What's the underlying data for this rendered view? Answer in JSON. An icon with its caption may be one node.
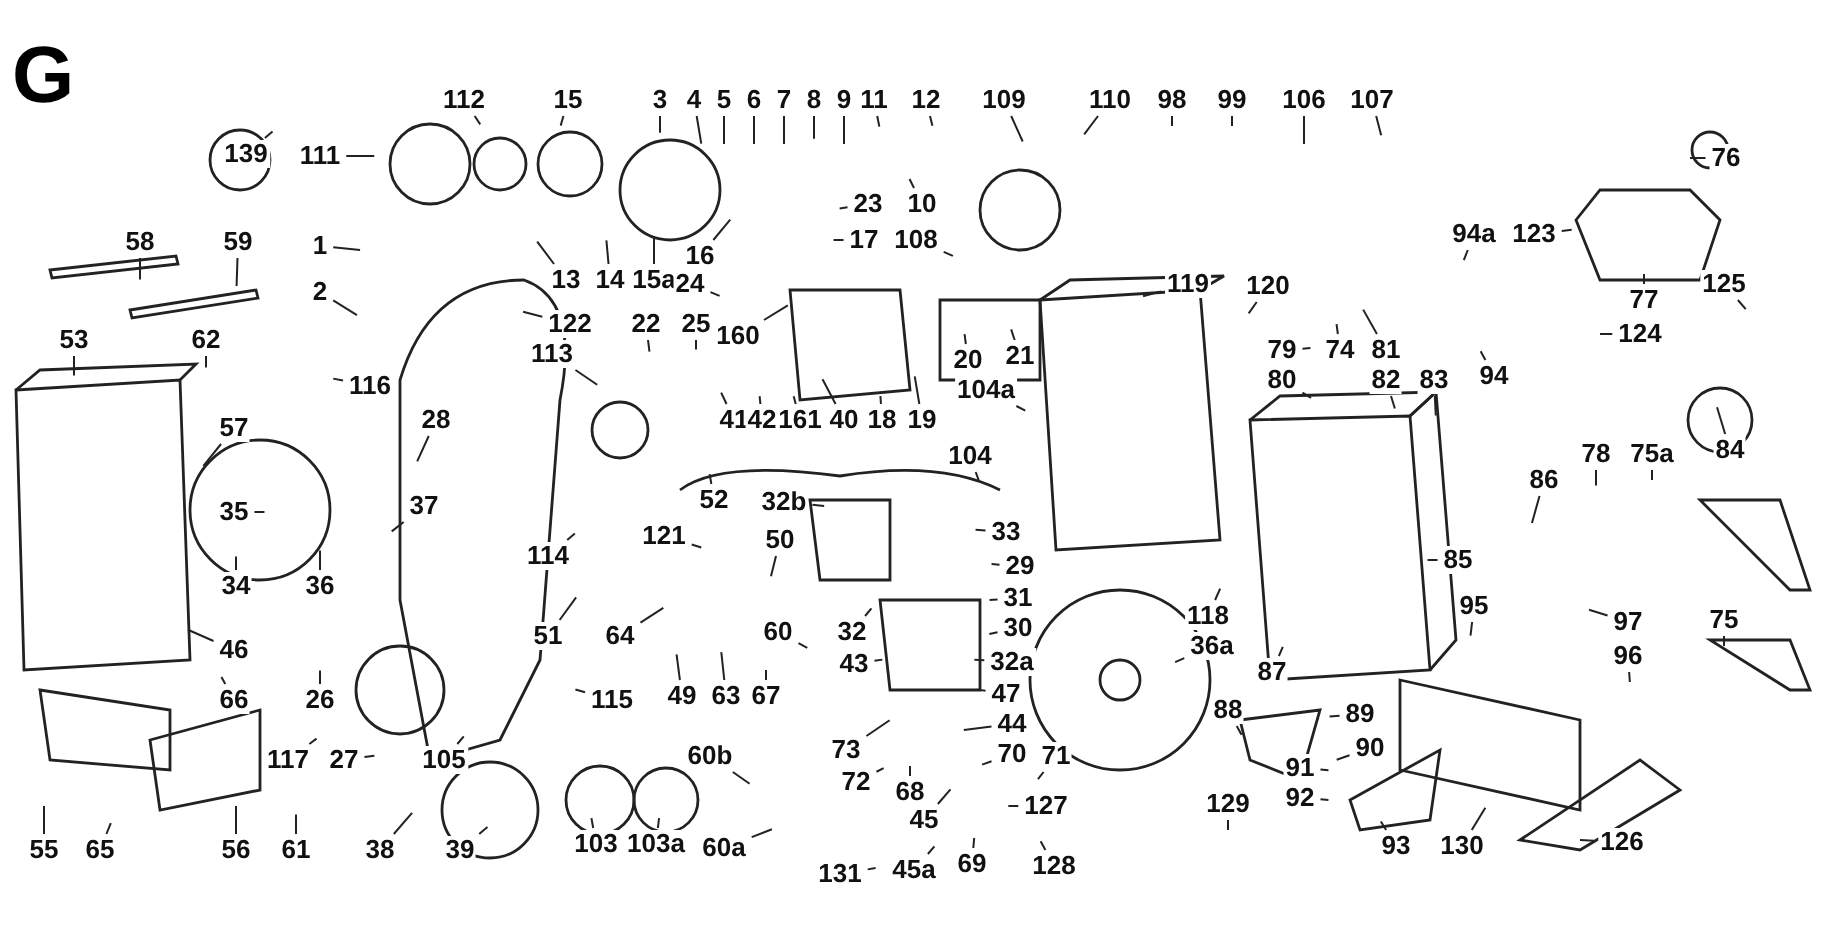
{
  "diagram": {
    "nodes": [
      {
        "text": [
          "139"
        ]
      },
      {
        "text": [
          "111"
        ]
      },
      {
        "text": [
          "112"
        ]
      },
      {
        "text": [
          "15"
        ]
      },
      {
        "text": [
          "1"
        ]
      },
      {
        "text": [
          "2"
        ]
      },
      {
        "text": [
          "13"
        ]
      },
      {
        "text": [
          "14"
        ]
      },
      {
        "text": [
          "15a"
        ]
      },
      {
        "text": [
          "3"
        ]
      },
      {
        "text": [
          "4"
        ]
      },
      {
        "text": [
          "5"
        ]
      },
      {
        "text": [
          "6"
        ]
      },
      {
        "text": [
          "7"
        ]
      },
      {
        "text": [
          "8"
        ]
      },
      {
        "text": [
          "9"
        ]
      },
      {
        "text": [
          "10"
        ]
      },
      {
        "text": [
          "11"
        ]
      },
      {
        "text": [
          "12"
        ]
      },
      {
        "text": [
          "23"
        ]
      },
      {
        "text": [
          "16"
        ]
      },
      {
        "text": [
          "17"
        ]
      },
      {
        "text": [
          "108"
        ]
      },
      {
        "text": [
          "109"
        ]
      },
      {
        "text": [
          "110"
        ]
      },
      {
        "text": [
          "98"
        ]
      },
      {
        "text": [
          "99"
        ]
      },
      {
        "text": [
          "106"
        ]
      },
      {
        "text": [
          "107"
        ]
      },
      {
        "text": [
          "24"
        ]
      },
      {
        "text": [
          "160"
        ]
      },
      {
        "text": [
          "22"
        ]
      },
      {
        "text": [
          "25"
        ]
      },
      {
        "text": [
          "122"
        ]
      },
      {
        "text": [
          "113"
        ]
      },
      {
        "text": [
          "116"
        ]
      },
      {
        "text": [
          "28"
        ]
      },
      {
        "text": [
          "41"
        ]
      },
      {
        "text": [
          "42"
        ]
      },
      {
        "text": [
          "161"
        ]
      },
      {
        "text": [
          "40"
        ]
      },
      {
        "text": [
          "18"
        ]
      },
      {
        "text": [
          "19"
        ]
      },
      {
        "text": [
          "20"
        ]
      },
      {
        "text": [
          "21"
        ]
      },
      {
        "text": [
          "104a"
        ]
      },
      {
        "text": [
          "104"
        ]
      },
      {
        "text": [
          "119"
        ]
      },
      {
        "text": [
          "120"
        ]
      },
      {
        "text": [
          "79"
        ]
      },
      {
        "text": [
          "74"
        ]
      },
      {
        "text": [
          "80"
        ]
      },
      {
        "text": [
          "81"
        ]
      },
      {
        "text": [
          "82"
        ]
      },
      {
        "text": [
          "83"
        ]
      },
      {
        "text": [
          "94a"
        ]
      },
      {
        "text": [
          "94"
        ]
      },
      {
        "text": [
          "123"
        ]
      },
      {
        "text": [
          "77"
        ]
      },
      {
        "text": [
          "124"
        ]
      },
      {
        "text": [
          "125"
        ]
      },
      {
        "text": [
          "76"
        ]
      },
      {
        "text": [
          "84"
        ]
      },
      {
        "text": [
          "53"
        ]
      },
      {
        "text": [
          "57"
        ]
      },
      {
        "text": [
          "58"
        ]
      },
      {
        "text": [
          "59"
        ]
      },
      {
        "text": [
          "62"
        ]
      },
      {
        "text": [
          "35"
        ]
      },
      {
        "text": [
          "34"
        ]
      },
      {
        "text": [
          "36"
        ]
      },
      {
        "text": [
          "37"
        ]
      },
      {
        "text": [
          "46"
        ]
      },
      {
        "text": [
          "66"
        ]
      },
      {
        "text": [
          "26"
        ]
      },
      {
        "text": [
          "117"
        ]
      },
      {
        "text": [
          "27"
        ]
      },
      {
        "text": [
          "105"
        ]
      },
      {
        "text": [
          "55"
        ]
      },
      {
        "text": [
          "65"
        ]
      },
      {
        "text": [
          "56"
        ]
      },
      {
        "text": [
          "61"
        ]
      },
      {
        "text": [
          "38"
        ]
      },
      {
        "text": [
          "39"
        ]
      },
      {
        "text": [
          "103"
        ]
      },
      {
        "text": [
          "103a"
        ]
      },
      {
        "text": [
          "114"
        ]
      },
      {
        "text": [
          "121"
        ]
      },
      {
        "text": [
          "51"
        ]
      },
      {
        "text": [
          "64"
        ]
      },
      {
        "text": [
          "115"
        ]
      },
      {
        "text": [
          "49"
        ]
      },
      {
        "text": [
          "63"
        ]
      },
      {
        "text": [
          "67"
        ]
      },
      {
        "text": [
          "52"
        ]
      },
      {
        "text": [
          "32b"
        ]
      },
      {
        "text": [
          "50"
        ]
      },
      {
        "text": [
          "60"
        ]
      },
      {
        "text": [
          "32"
        ]
      },
      {
        "text": [
          "33"
        ]
      },
      {
        "text": [
          "29"
        ]
      },
      {
        "text": [
          "31"
        ]
      },
      {
        "text": [
          "30"
        ]
      },
      {
        "text": [
          "43"
        ]
      },
      {
        "text": [
          "32a"
        ]
      },
      {
        "text": [
          "47"
        ]
      },
      {
        "text": [
          "44"
        ]
      },
      {
        "text": [
          "73"
        ]
      },
      {
        "text": [
          "72"
        ]
      },
      {
        "text": [
          "68"
        ]
      },
      {
        "text": [
          "70"
        ]
      },
      {
        "text": [
          "71"
        ]
      },
      {
        "text": [
          "45"
        ]
      },
      {
        "text": [
          "45a"
        ]
      },
      {
        "text": [
          "69"
        ]
      },
      {
        "text": [
          "127"
        ]
      },
      {
        "text": [
          "128"
        ]
      },
      {
        "text": [
          "131"
        ]
      },
      {
        "text": [
          "60b"
        ]
      },
      {
        "text": [
          "60a"
        ]
      },
      {
        "text": [
          "118"
        ]
      },
      {
        "text": [
          "36a"
        ]
      },
      {
        "text": [
          "87"
        ]
      },
      {
        "text": [
          "85"
        ]
      },
      {
        "text": [
          "95"
        ]
      },
      {
        "text": [
          "86"
        ]
      },
      {
        "text": [
          "78"
        ]
      },
      {
        "text": [
          "75a"
        ]
      },
      {
        "text": [
          "97"
        ]
      },
      {
        "text": [
          "96"
        ]
      },
      {
        "text": [
          "75"
        ]
      },
      {
        "text": [
          "88"
        ]
      },
      {
        "text": [
          "89"
        ]
      },
      {
        "text": [
          "90"
        ]
      },
      {
        "text": [
          "91"
        ]
      },
      {
        "text": [
          "92"
        ]
      },
      {
        "text": [
          "129"
        ]
      },
      {
        "text": [
          "93"
        ]
      },
      {
        "text": [
          "130"
        ]
      },
      {
        "text": [
          "126"
        ]
      }
    ],
    "edges": [
      {
        "from": 0,
        "to": null,
        "arrow": "none"
      },
      {
        "from": 1,
        "to": null,
        "arrow": "none"
      },
      {
        "from": 2,
        "to": null,
        "arrow": "none"
      },
      {
        "from": 3,
        "to": null,
        "arrow": "none"
      },
      {
        "from": 4,
        "to": null,
        "arrow": "none"
      },
      {
        "from": 5,
        "to": null,
        "arrow": "none"
      },
      {
        "from": 6,
        "to": null,
        "arrow": "none"
      },
      {
        "from": 7,
        "to": null,
        "arrow": "none"
      },
      {
        "from": 8,
        "to": null,
        "arrow": "none"
      },
      {
        "from": 9,
        "to": null,
        "arrow": "none"
      },
      {
        "from": 10,
        "to": null,
        "arrow": "none"
      },
      {
        "from": 11,
        "to": null,
        "arrow": "none"
      },
      {
        "from": 12,
        "to": null,
        "arrow": "none"
      },
      {
        "from": 13,
        "to": null,
        "arrow": "none"
      },
      {
        "from": 14,
        "to": null,
        "arrow": "none"
      },
      {
        "from": 15,
        "to": null,
        "arrow": "none"
      },
      {
        "from": 16,
        "to": null,
        "arrow": "none"
      },
      {
        "from": 17,
        "to": null,
        "arrow": "none"
      },
      {
        "from": 18,
        "to": null,
        "arrow": "none"
      },
      {
        "from": 19,
        "to": null,
        "arrow": "none"
      },
      {
        "from": 20,
        "to": null,
        "arrow": "none"
      },
      {
        "from": 21,
        "to": null,
        "arrow": "none"
      },
      {
        "from": 22,
        "to": null,
        "arrow": "none"
      },
      {
        "from": 23,
        "to": null,
        "arrow": "none"
      },
      {
        "from": 24,
        "to": null,
        "arrow": "none"
      },
      {
        "from": 25,
        "to": null,
        "arrow": "none"
      },
      {
        "from": 26,
        "to": null,
        "arrow": "none"
      },
      {
        "from": 27,
        "to": null,
        "arrow": "none"
      },
      {
        "from": 28,
        "to": null,
        "arrow": "none"
      },
      {
        "from": 29,
        "to": null,
        "arrow": "none"
      },
      {
        "from": 30,
        "to": null,
        "arrow": "none"
      },
      {
        "from": 31,
        "to": null,
        "arrow": "none"
      },
      {
        "from": 32,
        "to": null,
        "arrow": "none"
      },
      {
        "from": 33,
        "to": null,
        "arrow": "none"
      },
      {
        "from": 34,
        "to": null,
        "arrow": "none"
      },
      {
        "from": 35,
        "to": null,
        "arrow": "none"
      },
      {
        "from": 36,
        "to": null,
        "arrow": "none"
      },
      {
        "from": 37,
        "to": null,
        "arrow": "none"
      },
      {
        "from": 38,
        "to": null,
        "arrow": "none"
      },
      {
        "from": 39,
        "to": null,
        "arrow": "none"
      },
      {
        "from": 40,
        "to": null,
        "arrow": "none"
      },
      {
        "from": 41,
        "to": null,
        "arrow": "none"
      },
      {
        "from": 42,
        "to": null,
        "arrow": "none"
      },
      {
        "from": 43,
        "to": null,
        "arrow": "none"
      },
      {
        "from": 44,
        "to": null,
        "arrow": "none"
      },
      {
        "from": 45,
        "to": null,
        "arrow": "none"
      },
      {
        "from": 46,
        "to": null,
        "arrow": "none"
      },
      {
        "from": 47,
        "to": null,
        "arrow": "none"
      },
      {
        "from": 48,
        "to": null,
        "arrow": "none"
      },
      {
        "from": 49,
        "to": null,
        "arrow": "none"
      },
      {
        "from": 50,
        "to": null,
        "arrow": "none"
      },
      {
        "from": 51,
        "to": null,
        "arrow": "none"
      },
      {
        "from": 52,
        "to": null,
        "arrow": "none"
      },
      {
        "from": 53,
        "to": null,
        "arrow": "none"
      },
      {
        "from": 54,
        "to": null,
        "arrow": "none"
      },
      {
        "from": 55,
        "to": null,
        "arrow": "none"
      },
      {
        "from": 56,
        "to": null,
        "arrow": "none"
      },
      {
        "from": 57,
        "to": null,
        "arrow": "none"
      },
      {
        "from": 58,
        "to": null,
        "arrow": "none"
      },
      {
        "from": 59,
        "to": null,
        "arrow": "none"
      },
      {
        "from": 60,
        "to": null,
        "arrow": "none"
      },
      {
        "from": 61,
        "to": null,
        "arrow": "none"
      },
      {
        "from": 62,
        "to": null,
        "arrow": "none"
      },
      {
        "from": 63,
        "to": null,
        "arrow": "none"
      },
      {
        "from": 64,
        "to": null,
        "arrow": "none"
      },
      {
        "from": 65,
        "to": null,
        "arrow": "none"
      },
      {
        "from": 66,
        "to": null,
        "arrow": "none"
      },
      {
        "from": 67,
        "to": null,
        "arrow": "none"
      },
      {
        "from": 68,
        "to": null,
        "arrow": "none"
      },
      {
        "from": 69,
        "to": null,
        "arrow": "none"
      },
      {
        "from": 70,
        "to": null,
        "arrow": "none"
      },
      {
        "from": 71,
        "to": null,
        "arrow": "none"
      },
      {
        "from": 72,
        "to": null,
        "arrow": "none"
      },
      {
        "from": 73,
        "to": null,
        "arrow": "none"
      },
      {
        "from": 74,
        "to": null,
        "arrow": "none"
      },
      {
        "from": 75,
        "to": null,
        "arrow": "none"
      },
      {
        "from": 76,
        "to": null,
        "arrow": "none"
      },
      {
        "from": 77,
        "to": null,
        "arrow": "none"
      },
      {
        "from": 78,
        "to": null,
        "arrow": "none"
      },
      {
        "from": 79,
        "to": null,
        "arrow": "none"
      },
      {
        "from": 80,
        "to": null,
        "arrow": "none"
      },
      {
        "from": 81,
        "to": null,
        "arrow": "none"
      },
      {
        "from": 82,
        "to": null,
        "arrow": "none"
      },
      {
        "from": 83,
        "to": null,
        "arrow": "none"
      },
      {
        "from": 84,
        "to": null,
        "arrow": "none"
      },
      {
        "from": 85,
        "to": null,
        "arrow": "none"
      },
      {
        "from": 86,
        "to": null,
        "arrow": "none"
      },
      {
        "from": 87,
        "to": null,
        "arrow": "none"
      },
      {
        "from": 88,
        "to": null,
        "arrow": "none"
      },
      {
        "from": 89,
        "to": null,
        "arrow": "none"
      },
      {
        "from": 90,
        "to": null,
        "arrow": "none"
      },
      {
        "from": 91,
        "to": null,
        "arrow": "none"
      },
      {
        "from": 92,
        "to": null,
        "arrow": "none"
      },
      {
        "from": 93,
        "to": null,
        "arrow": "none"
      },
      {
        "from": 94,
        "to": null,
        "arrow": "none"
      },
      {
        "from": 95,
        "to": null,
        "arrow": "none"
      },
      {
        "from": 96,
        "to": null,
        "arrow": "none"
      },
      {
        "from": 97,
        "to": null,
        "arrow": "none"
      },
      {
        "from": 98,
        "to": null,
        "arrow": "none"
      },
      {
        "from": 99,
        "to": null,
        "arrow": "none"
      },
      {
        "from": 100,
        "to": null,
        "arrow": "none"
      },
      {
        "from": 101,
        "to": null,
        "arrow": "none"
      },
      {
        "from": 102,
        "to": null,
        "arrow": "none"
      },
      {
        "from": 103,
        "to": null,
        "arrow": "none"
      },
      {
        "from": 104,
        "to": null,
        "arrow": "none"
      },
      {
        "from": 105,
        "to": null,
        "arrow": "none"
      },
      {
        "from": 106,
        "to": null,
        "arrow": "none"
      },
      {
        "from": 107,
        "to": null,
        "arrow": "none"
      },
      {
        "from": 108,
        "to": null,
        "arrow": "none"
      },
      {
        "from": 109,
        "to": null,
        "arrow": "none"
      },
      {
        "from": 110,
        "to": null,
        "arrow": "none"
      },
      {
        "from": 111,
        "to": null,
        "arrow": "none"
      },
      {
        "from": 112,
        "to": null,
        "arrow": "none"
      },
      {
        "from": 113,
        "to": null,
        "arrow": "none"
      },
      {
        "from": 114,
        "to": null,
        "arrow": "none"
      },
      {
        "from": 115,
        "to": null,
        "arrow": "none"
      },
      {
        "from": 116,
        "to": null,
        "arrow": "none"
      },
      {
        "from": 117,
        "to": null,
        "arrow": "none"
      },
      {
        "from": 118,
        "to": null,
        "arrow": "none"
      },
      {
        "from": 119,
        "to": null,
        "arrow": "none"
      },
      {
        "from": 120,
        "to": null,
        "arrow": "none"
      },
      {
        "from": 121,
        "to": null,
        "arrow": "none"
      },
      {
        "from": 122,
        "to": null,
        "arrow": "none"
      },
      {
        "from": 123,
        "to": null,
        "arrow": "none"
      },
      {
        "from": 124,
        "to": null,
        "arrow": "none"
      },
      {
        "from": 125,
        "to": null,
        "arrow": "none"
      },
      {
        "from": 126,
        "to": null,
        "arrow": "none"
      },
      {
        "from": 127,
        "to": null,
        "arrow": "none"
      },
      {
        "from": 128,
        "to": null,
        "arrow": "none"
      },
      {
        "from": 129,
        "to": null,
        "arrow": "none"
      },
      {
        "from": 130,
        "to": null,
        "arrow": "none"
      },
      {
        "from": 131,
        "to": null,
        "arrow": "none"
      },
      {
        "from": 132,
        "to": null,
        "arrow": "none"
      },
      {
        "from": 133,
        "to": null,
        "arrow": "none"
      },
      {
        "from": 134,
        "to": null,
        "arrow": "none"
      },
      {
        "from": 135,
        "to": null,
        "arrow": "none"
      },
      {
        "from": 136,
        "to": null,
        "arrow": "none"
      },
      {
        "from": 137,
        "to": null,
        "arrow": "none"
      },
      {
        "from": 138,
        "to": null,
        "arrow": "none"
      },
      {
        "from": 139,
        "to": null,
        "arrow": "none"
      }
    ],
    "labels": [
      "G"
    ]
  }
}
